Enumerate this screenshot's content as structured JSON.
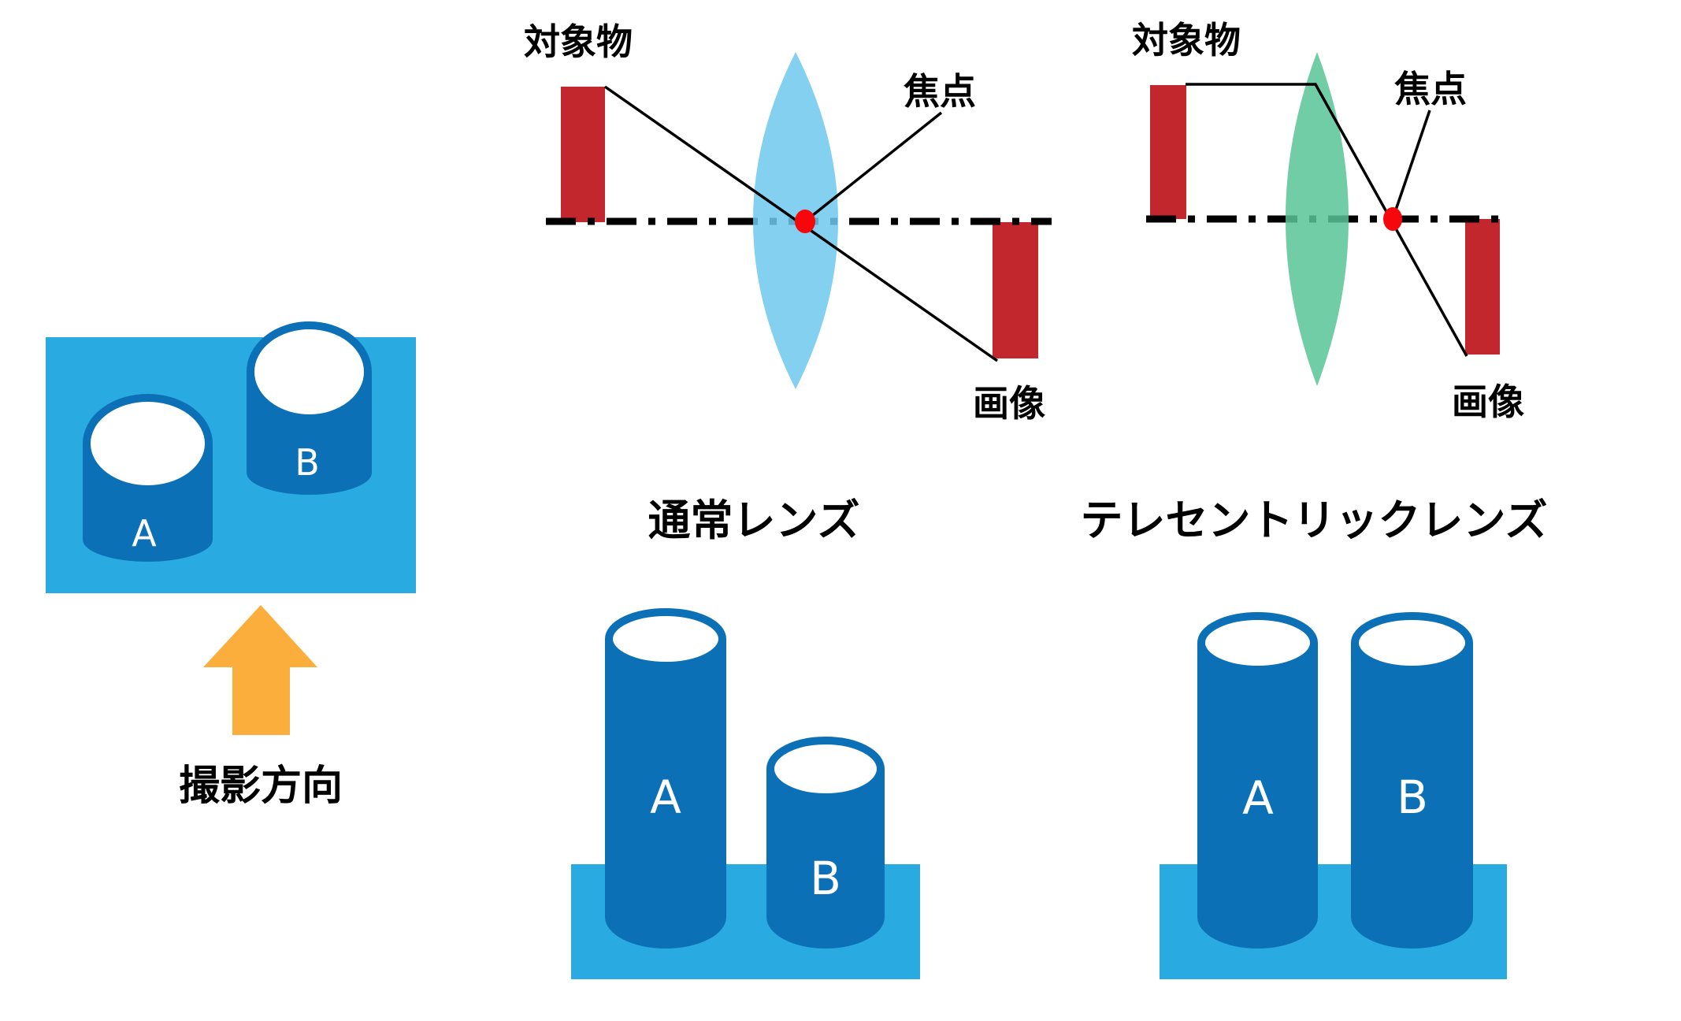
{
  "palette": {
    "light_blue": "#29ABE2",
    "dark_blue": "#0C70B7",
    "lens_blue": "#6DC8EE",
    "lens_green": "#58C495",
    "bar_red": "#C1272D",
    "dot_red": "#F5070B",
    "arrow_orange": "#FBAE3C",
    "line_black": "#000000"
  },
  "top_view": {
    "cylinder_a_label": "A",
    "cylinder_b_label": "B",
    "direction_label": "撮影方向"
  },
  "normal_lens_diagram": {
    "object_label": "対象物",
    "focus_label": "焦点",
    "image_label": "画像",
    "caption": "通常レンズ"
  },
  "telecentric_lens_diagram": {
    "object_label": "対象物",
    "focus_label": "焦点",
    "image_label": "画像",
    "caption": "テレセントリックレンズ"
  },
  "normal_lens_result": {
    "cylinder_a_label": "A",
    "cylinder_b_label": "B"
  },
  "telecentric_lens_result": {
    "cylinder_a_label": "A",
    "cylinder_b_label": "B"
  }
}
